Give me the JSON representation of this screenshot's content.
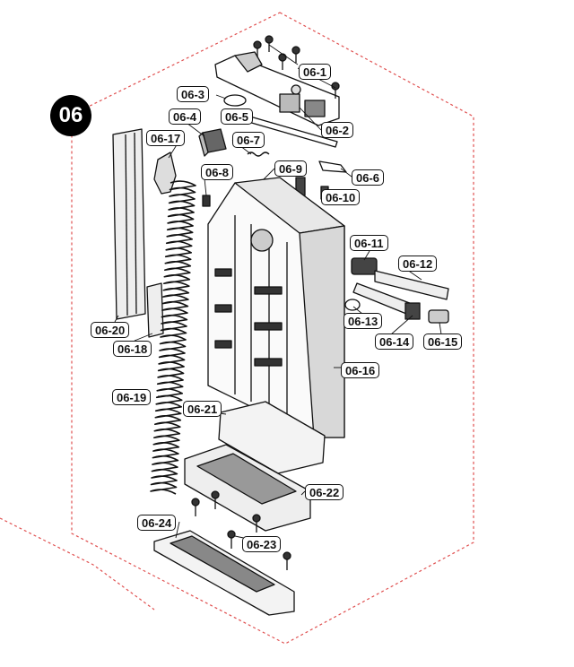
{
  "section": {
    "number": "06"
  },
  "colors": {
    "boundary": "#e05050",
    "line": "#111111",
    "background": "#ffffff"
  },
  "parts": [
    {
      "id": "p-06-1",
      "label": "06-1"
    },
    {
      "id": "p-06-2",
      "label": "06-2"
    },
    {
      "id": "p-06-3",
      "label": "06-3"
    },
    {
      "id": "p-06-4",
      "label": "06-4"
    },
    {
      "id": "p-06-5",
      "label": "06-5"
    },
    {
      "id": "p-06-6",
      "label": "06-6"
    },
    {
      "id": "p-06-7",
      "label": "06-7"
    },
    {
      "id": "p-06-8",
      "label": "06-8"
    },
    {
      "id": "p-06-9",
      "label": "06-9"
    },
    {
      "id": "p-06-10",
      "label": "06-10"
    },
    {
      "id": "p-06-11",
      "label": "06-11"
    },
    {
      "id": "p-06-12",
      "label": "06-12"
    },
    {
      "id": "p-06-13",
      "label": "06-13"
    },
    {
      "id": "p-06-14",
      "label": "06-14"
    },
    {
      "id": "p-06-15",
      "label": "06-15"
    },
    {
      "id": "p-06-16",
      "label": "06-16"
    },
    {
      "id": "p-06-17",
      "label": "06-17"
    },
    {
      "id": "p-06-18",
      "label": "06-18"
    },
    {
      "id": "p-06-19",
      "label": "06-19"
    },
    {
      "id": "p-06-20",
      "label": "06-20"
    },
    {
      "id": "p-06-21",
      "label": "06-21"
    },
    {
      "id": "p-06-22",
      "label": "06-22"
    },
    {
      "id": "p-06-23",
      "label": "06-23"
    },
    {
      "id": "p-06-24",
      "label": "06-24"
    }
  ]
}
